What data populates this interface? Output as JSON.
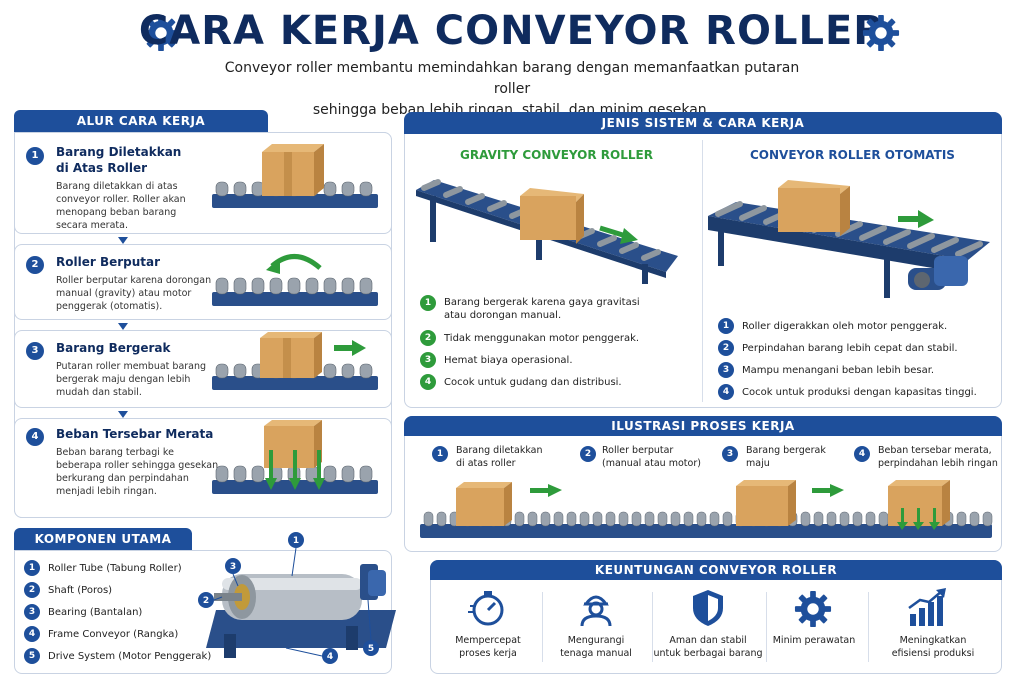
{
  "header": {
    "title": "CARA KERJA CONVEYOR ROLLER",
    "subtitle_line1": "Conveyor roller membantu memindahkan barang dengan memanfaatkan putaran roller",
    "subtitle_line2": "sehingga beban lebih ringan, stabil, dan minim gesekan."
  },
  "alur": {
    "tab": "ALUR CARA KERJA",
    "steps": [
      {
        "num": "1",
        "title1": "Barang Diletakkan",
        "title2": "di Atas Roller",
        "desc": [
          "Barang diletakkan di atas",
          "conveyor roller. Roller akan",
          "menopang beban barang",
          "secara merata."
        ]
      },
      {
        "num": "2",
        "title1": "Roller Berputar",
        "title2": "",
        "desc": [
          "Roller berputar karena dorongan",
          "manual (gravity) atau motor",
          "penggerak (otomatis)."
        ]
      },
      {
        "num": "3",
        "title1": "Barang Bergerak",
        "title2": "",
        "desc": [
          "Putaran roller membuat barang",
          "bergerak maju dengan lebih",
          "mudah dan stabil."
        ]
      },
      {
        "num": "4",
        "title1": "Beban Tersebar Merata",
        "title2": "",
        "desc": [
          "Beban barang terbagi ke",
          "beberapa roller sehingga gesekan",
          "berkurang dan perpindahan",
          "menjadi lebih ringan."
        ]
      }
    ]
  },
  "komponen": {
    "tab": "KOMPONEN UTAMA",
    "items": [
      {
        "num": "1",
        "label": "Roller Tube (Tabung Roller)"
      },
      {
        "num": "2",
        "label": "Shaft (Poros)"
      },
      {
        "num": "3",
        "label": "Bearing (Bantalan)"
      },
      {
        "num": "4",
        "label": "Frame Conveyor (Rangka)"
      },
      {
        "num": "5",
        "label": "Drive System (Motor Penggerak)"
      }
    ]
  },
  "jenis": {
    "tab": "JENIS SISTEM & CARA KERJA",
    "gravity": {
      "title": "GRAVITY CONVEYOR ROLLER",
      "items": [
        {
          "num": "1",
          "lines": [
            "Barang bergerak karena gaya gravitasi",
            "atau dorongan manual."
          ]
        },
        {
          "num": "2",
          "lines": [
            "Tidak menggunakan motor penggerak."
          ]
        },
        {
          "num": "3",
          "lines": [
            "Hemat biaya operasional."
          ]
        },
        {
          "num": "4",
          "lines": [
            "Cocok untuk gudang dan distribusi."
          ]
        }
      ]
    },
    "otomatis": {
      "title": "CONVEYOR ROLLER OTOMATIS",
      "items": [
        {
          "num": "1",
          "lines": [
            "Roller digerakkan oleh motor penggerak."
          ]
        },
        {
          "num": "2",
          "lines": [
            "Perpindahan barang lebih cepat dan stabil."
          ]
        },
        {
          "num": "3",
          "lines": [
            "Mampu menangani beban lebih besar."
          ]
        },
        {
          "num": "4",
          "lines": [
            "Cocok untuk produksi dengan kapasitas tinggi."
          ]
        }
      ]
    }
  },
  "ilustrasi": {
    "tab": "ILUSTRASI PROSES KERJA",
    "steps": [
      {
        "num": "1",
        "lines": [
          "Barang diletakkan",
          "di atas roller"
        ]
      },
      {
        "num": "2",
        "lines": [
          "Roller berputar",
          "(manual atau motor)"
        ]
      },
      {
        "num": "3",
        "lines": [
          "Barang bergerak",
          "maju"
        ]
      },
      {
        "num": "4",
        "lines": [
          "Beban tersebar merata,",
          "perpindahan lebih ringan"
        ]
      }
    ]
  },
  "keuntungan": {
    "tab": "KEUNTUNGAN CONVEYOR ROLLER",
    "items": [
      {
        "icon": "stopwatch-icon",
        "lines": [
          "Mempercepat",
          "proses kerja"
        ]
      },
      {
        "icon": "worker-icon",
        "lines": [
          "Mengurangi",
          "tenaga manual"
        ]
      },
      {
        "icon": "shield-icon",
        "lines": [
          "Aman dan stabil",
          "untuk berbagai barang"
        ]
      },
      {
        "icon": "gear-icon",
        "lines": [
          "Minim perawatan",
          ""
        ]
      },
      {
        "icon": "chart-growth-icon",
        "lines": [
          "Meningkatkan",
          "efisiensi produksi"
        ]
      }
    ]
  },
  "colors": {
    "navy": "#0f2b5e",
    "blue": "#1e4f9b",
    "green": "#2e9b3b",
    "box": "#d9a35e"
  }
}
